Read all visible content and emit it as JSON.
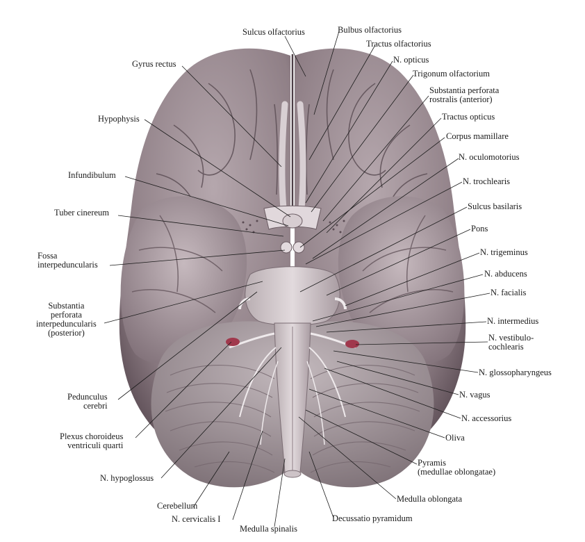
{
  "labels": {
    "sulcus_olfactorius": "Sulcus olfactorius",
    "bulbus_olfactorius": "Bulbus olfactorius",
    "tractus_olfactorius": "Tractus olfactorius",
    "n_opticus": "N. opticus",
    "trigonum_olfactorium": "Trigonum olfactorium",
    "substantia_perforata_rostralis": "Substantia perforata\nrostralis (anterior)",
    "tractus_opticus": "Tractus opticus",
    "corpus_mamillare": "Corpus mamillare",
    "n_oculomotorius": "N. oculomotorius",
    "n_trochlearis": "N. trochlearis",
    "sulcus_basilaris": "Sulcus basilaris",
    "pons": "Pons",
    "n_trigeminus": "N. trigeminus",
    "n_abducens": "N. abducens",
    "n_facialis": "N. facialis",
    "n_intermedius": "N. intermedius",
    "n_vestibulocochlearis": "N. vestibulo-\ncochlearis",
    "n_glossopharyngeus": "N. glossopharyngeus",
    "n_vagus": "N. vagus",
    "n_accessorius": "N. accessorius",
    "oliva": "Oliva",
    "pyramis": "Pyramis\n(medullae oblongatae)",
    "medulla_oblongata": "Medulla oblongata",
    "decussatio_pyramidum": "Decussatio pyramidum",
    "medulla_spinalis": "Medulla spinalis",
    "n_cervicalis_1": "N. cervicalis I",
    "cerebellum": "Cerebellum",
    "n_hypoglossus": "N. hypoglossus",
    "plexus_choroideus": "Plexus choroideus\nventriculi quarti",
    "pedunculus_cerebri": "Pedunculus\ncerebri",
    "substantia_perforata_interpeduncularis": "Substantia\nperforata\ninterpeduncularis\n(posterior)",
    "fossa_interpeduncularis": "Fossa\ninterpeduncularis",
    "tuber_cinereum": "Tuber cinereum",
    "infundibulum": "Infundibulum",
    "hypophysis": "Hypophysis",
    "gyrus_rectus": "Gyrus rectus"
  },
  "colors": {
    "brain_base": "#9a8a90",
    "brain_light": "#c9bcc0",
    "brain_dark": "#5e5057",
    "cerebellum": "#a79ca0",
    "vessel_red": "#a0384c",
    "leader_line": "#1a1a1a"
  }
}
